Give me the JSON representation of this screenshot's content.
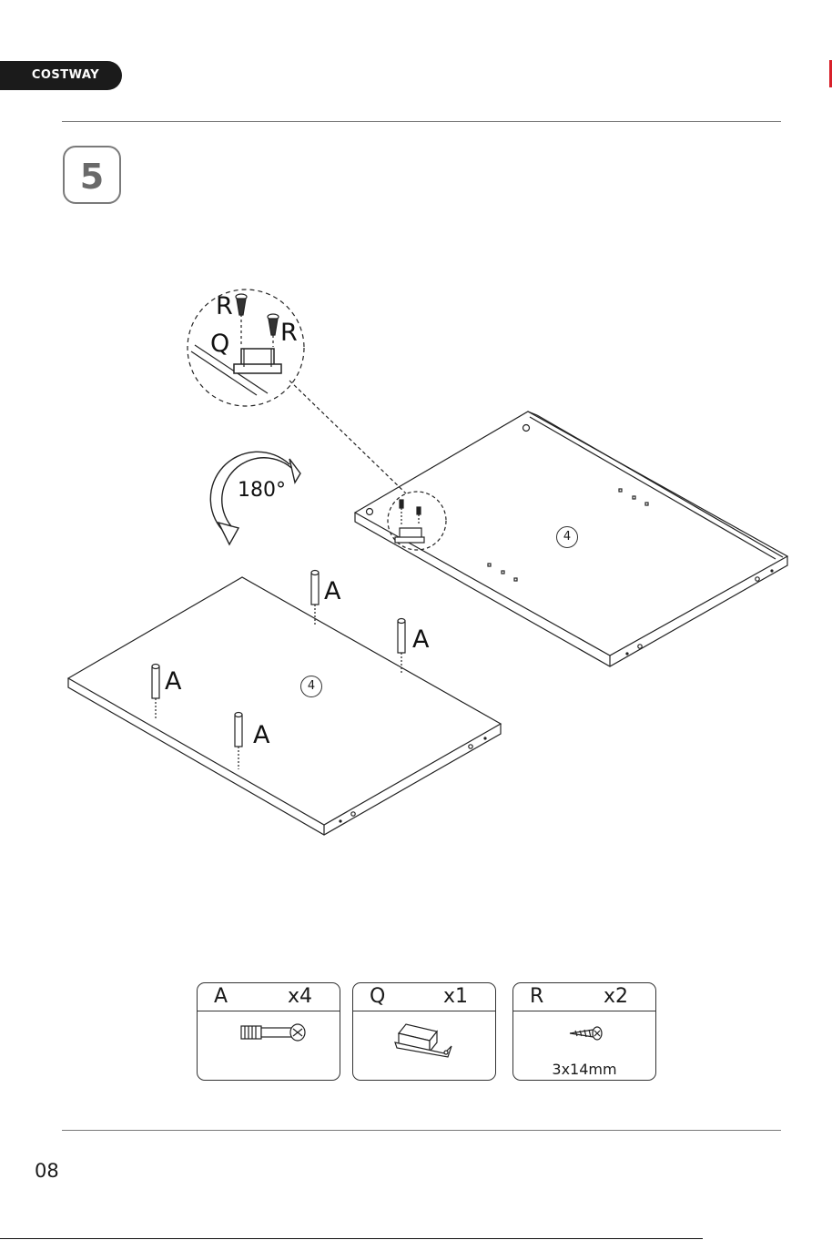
{
  "header": {
    "brand": "COSTWAY"
  },
  "step": {
    "number": "5"
  },
  "diagram": {
    "rotation_label": "180°",
    "panel_number": "4",
    "callout_labels": [
      "R",
      "R",
      "Q"
    ],
    "fastener_label": "A"
  },
  "parts": [
    {
      "letter": "A",
      "qty": "x4",
      "size": "",
      "icon": "cam-bolt-icon"
    },
    {
      "letter": "Q",
      "qty": "x1",
      "size": "",
      "icon": "magnetic-catch-icon"
    },
    {
      "letter": "R",
      "qty": "x2",
      "size": "3x14mm",
      "icon": "screw-icon"
    }
  ],
  "footer": {
    "page": "08"
  }
}
